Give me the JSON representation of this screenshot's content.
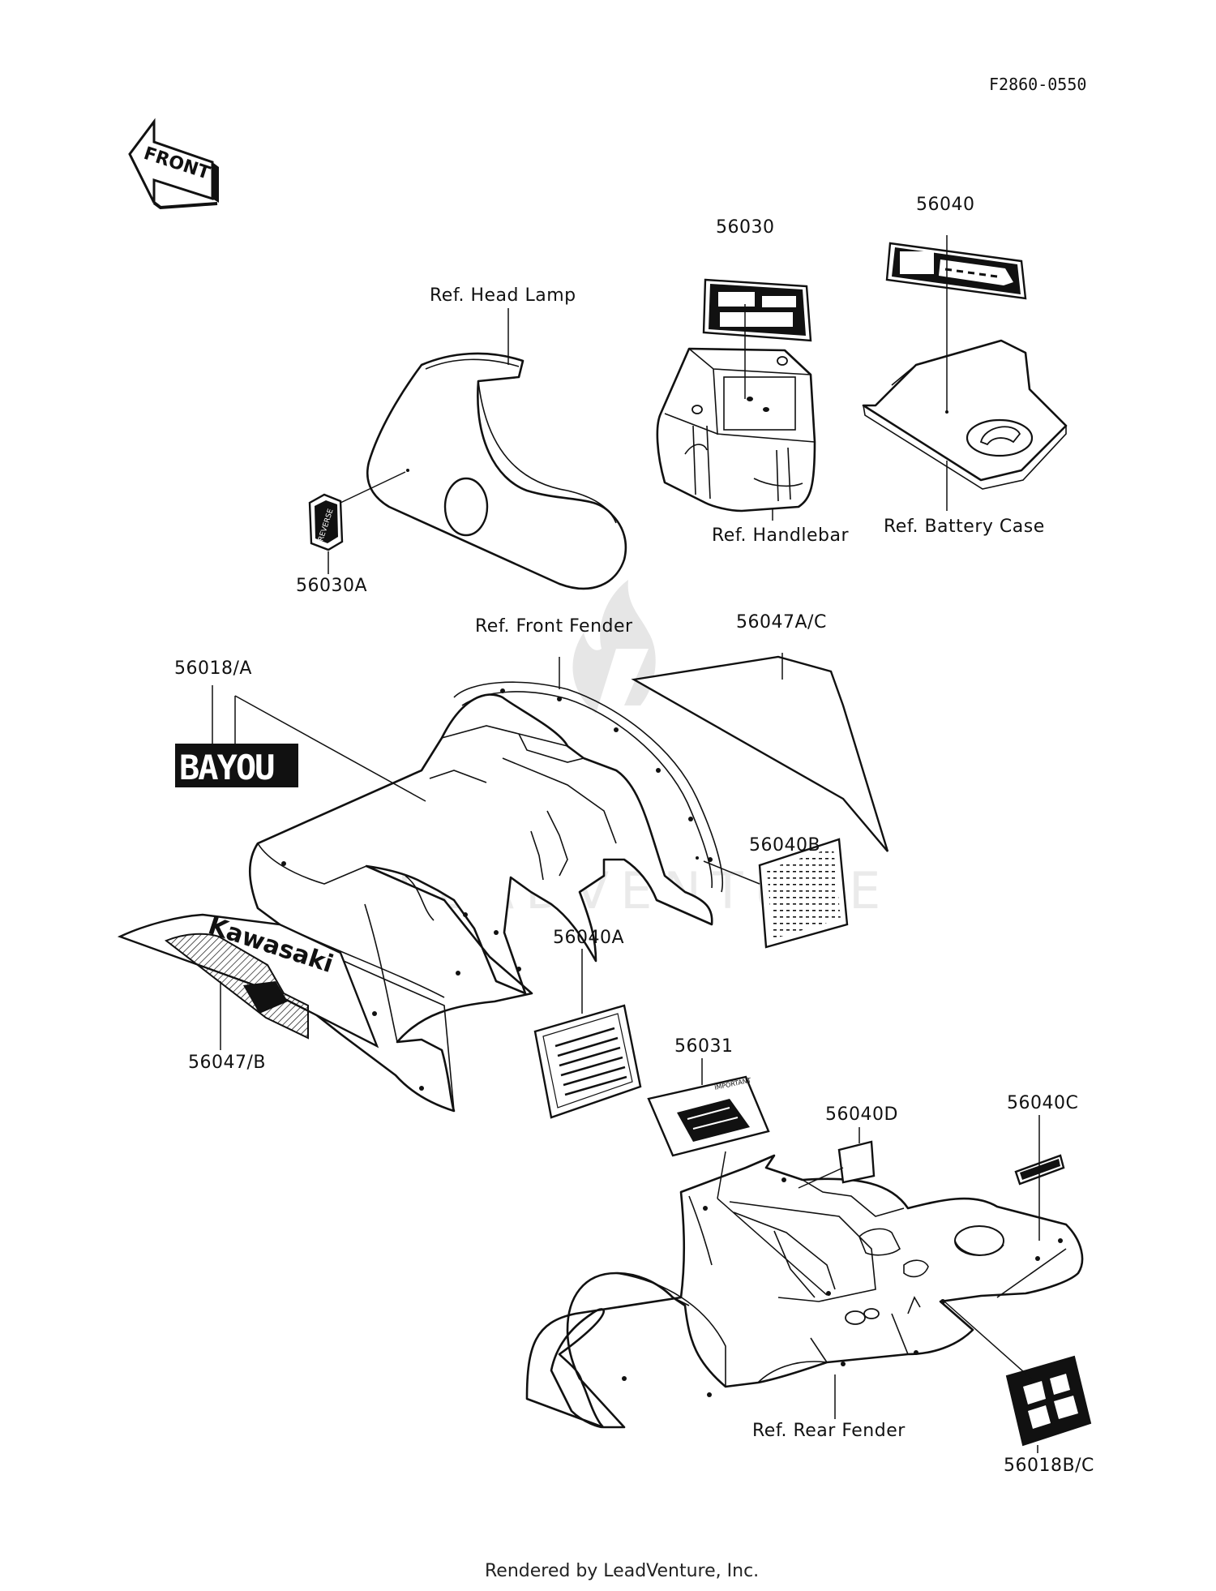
{
  "diagram": {
    "code": "F2860-0550",
    "direction_marker": "FRONT",
    "watermark": "LEADVENTURE"
  },
  "labels": {
    "head_lamp": "Ref. Head Lamp",
    "handlebar": "Ref. Handlebar",
    "battery_case": "Ref. Battery Case",
    "front_fender": "Ref. Front Fender",
    "rear_fender": "Ref. Rear Fender"
  },
  "parts": [
    {
      "id": "56030",
      "name": "56030"
    },
    {
      "id": "56040",
      "name": "56040"
    },
    {
      "id": "56030A",
      "name": "56030A"
    },
    {
      "id": "56047AC",
      "name": "56047A/C"
    },
    {
      "id": "56018A",
      "name": "56018/A"
    },
    {
      "id": "56040B",
      "name": "56040B"
    },
    {
      "id": "56040A",
      "name": "56040A"
    },
    {
      "id": "56047B",
      "name": "56047/B"
    },
    {
      "id": "56031",
      "name": "56031"
    },
    {
      "id": "56040D",
      "name": "56040D"
    },
    {
      "id": "56040C",
      "name": "56040C"
    },
    {
      "id": "56018BC",
      "name": "56018B/C"
    }
  ],
  "decal_text": {
    "bayou": "BAYOU",
    "kawasaki": "Kawasaki",
    "reverse": "REVERSE",
    "important": "IMPORTANT"
  },
  "footer": "Rendered by LeadVenture, Inc."
}
